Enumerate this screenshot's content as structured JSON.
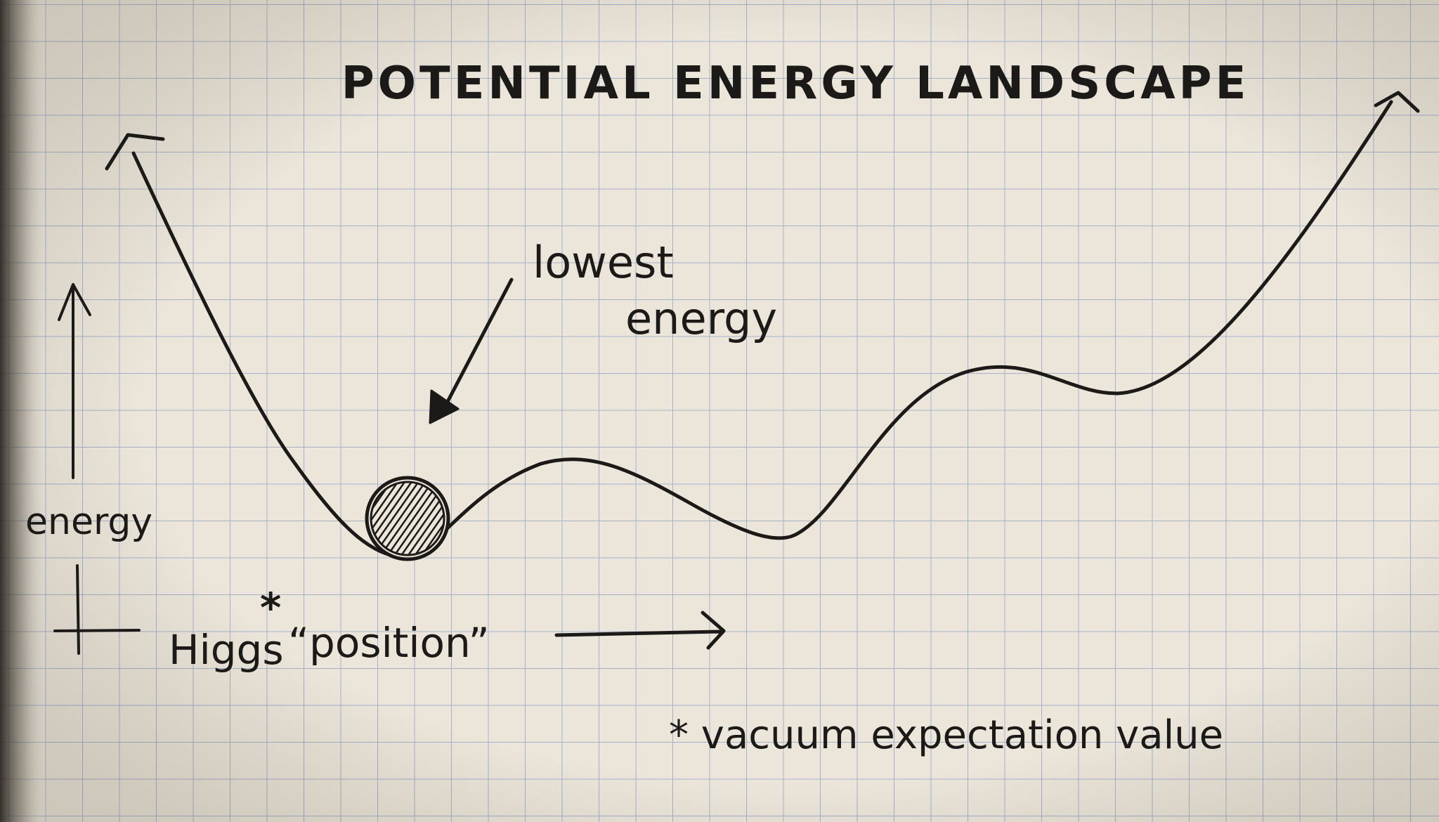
{
  "title": "POTENTIAL ENERGY LANDSCAPE",
  "annotation": {
    "line1": "lowest",
    "line2": "energy"
  },
  "y_axis_label": "energy",
  "x_axis_label": {
    "prefix": "Higgs",
    "asterisk": "*",
    "quoted": "“position”"
  },
  "footnote": "* vacuum expectation value",
  "colors": {
    "paper": "#ece6da",
    "grid": "#8f9fc4",
    "ink": "#1c1a18",
    "shadow": "#3a3530"
  }
}
